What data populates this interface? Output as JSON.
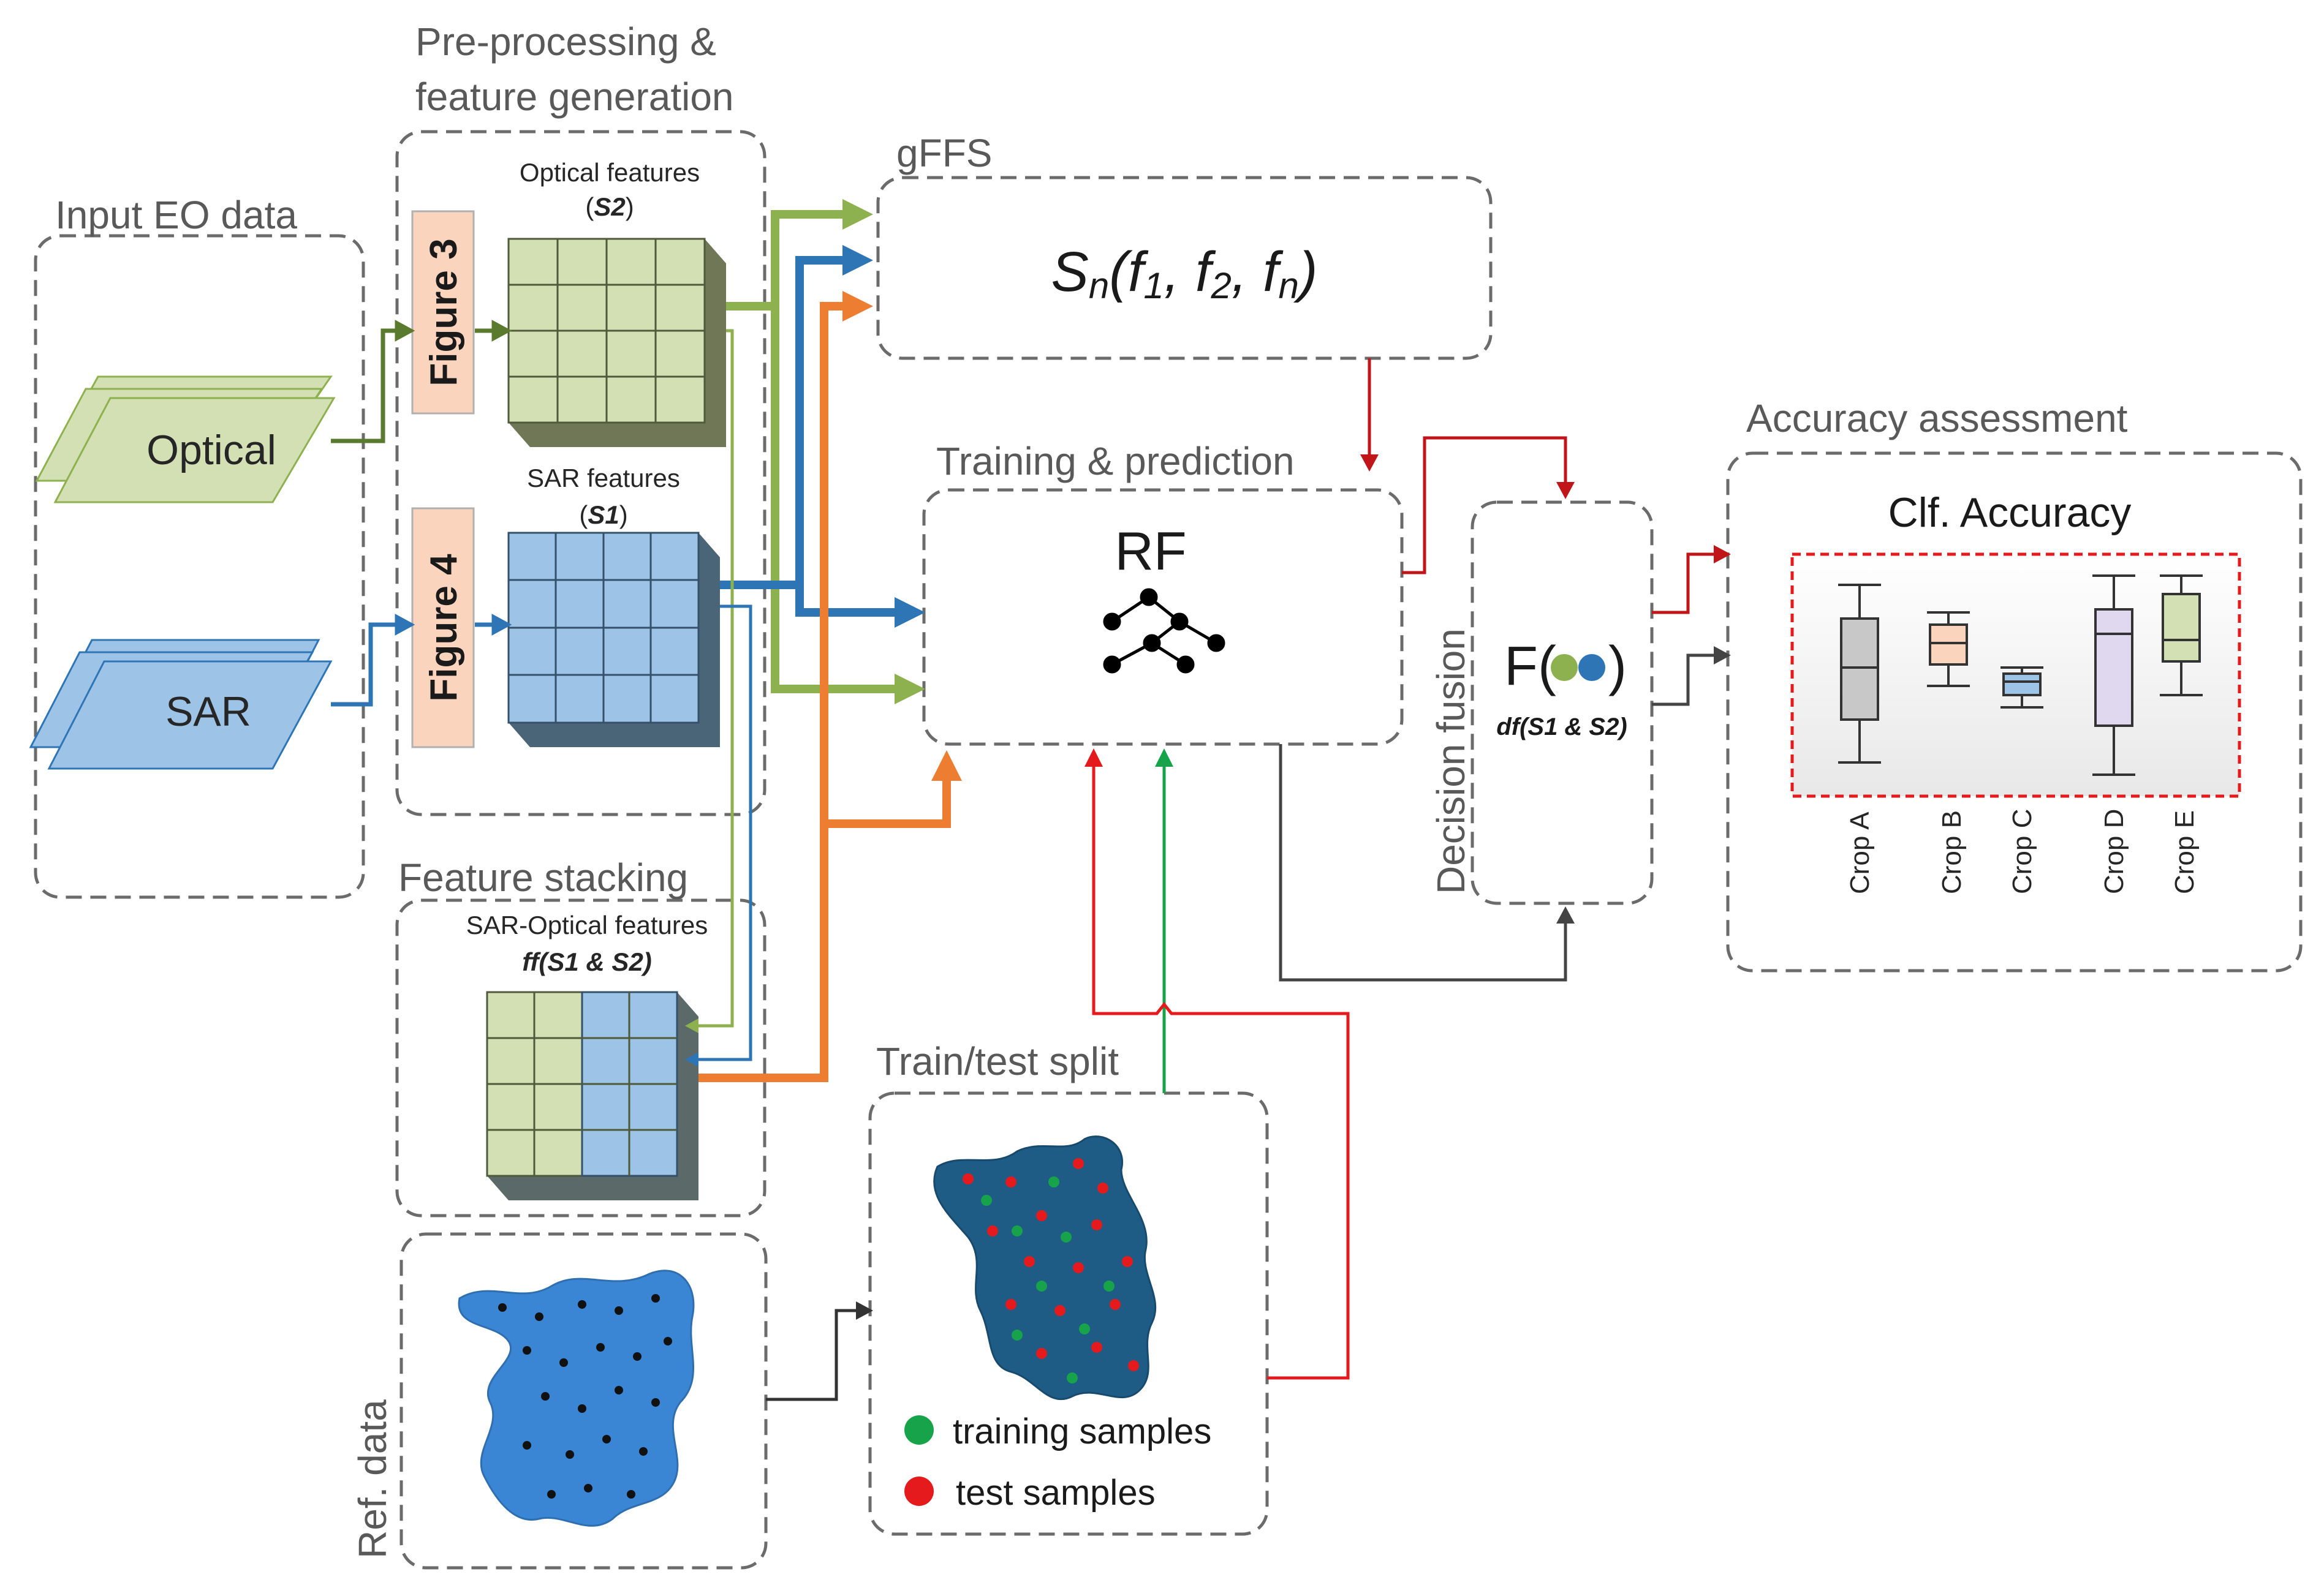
{
  "sections": {
    "input_eo": "Input EO data",
    "preprocessing_line1": "Pre-processing &",
    "preprocessing_line2": "feature generation",
    "gffs": "gFFS",
    "training": "Training & prediction",
    "accuracy": "Accuracy assessment",
    "feature_stacking": "Feature stacking",
    "train_test": "Train/test split",
    "decision_fusion": "Decision fusion",
    "ref_data": "Ref. data"
  },
  "inputs": {
    "optical": "Optical",
    "sar": "SAR"
  },
  "figures": {
    "fig3": "Figure 3",
    "fig4": "Figure 4"
  },
  "optical_features": {
    "label": "Optical features",
    "sub": "S2"
  },
  "sar_features": {
    "label": "SAR features",
    "sub": "S1"
  },
  "stacked_features": {
    "label": "SAR-Optical features",
    "sub": "ff(S1 & S2)"
  },
  "gffs_formula": {
    "s": "S",
    "n_sub": "n",
    "open": "(f",
    "f1_sub": "1",
    "sep1": ", f",
    "f2_sub": "2",
    "sep2": ", f",
    "fn_sub": "n",
    "close": ")"
  },
  "rf_label": "RF",
  "fusion": {
    "label_f": "F(",
    "label_close": ")",
    "sub": "df(S1 & S2)"
  },
  "accuracy_box": {
    "title": "Clf. Accuracy",
    "crops": [
      "Crop A",
      "Crop B",
      "Crop C",
      "Crop D",
      "Crop E"
    ]
  },
  "legend": {
    "training": "training samples",
    "test": "test samples"
  },
  "colors": {
    "optical": "#d3e0b4",
    "sar": "#9dc3e6",
    "green_arrow": "#8db14e",
    "blue_arrow": "#2e75b6",
    "orange_arrow": "#ed7d31",
    "red_arrow": "#e41a1c",
    "sample_green": "#17a34a",
    "map_blue": "#3a86d4",
    "map_dark": "#1f5c85"
  }
}
